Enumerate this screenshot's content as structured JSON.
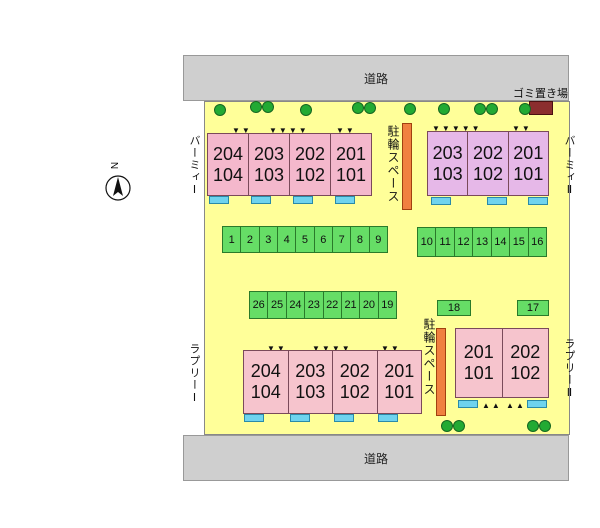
{
  "roads": {
    "top": "道路",
    "bottom": "道路"
  },
  "trash_label": "ゴミ置き場",
  "bike_label": "駐輪スペース",
  "building_names": {
    "bamii_1": "バーミィⅠ",
    "bamii_2": "バーミィⅡ",
    "rapuri_1": "ラプリーⅠ",
    "rapuri_2": "ラプリーⅡ"
  },
  "compass": {
    "label": "N",
    "icon": "north-arrow-icon"
  },
  "buildings": {
    "bamii_1": [
      [
        "204",
        "104"
      ],
      [
        "203",
        "103"
      ],
      [
        "202",
        "102"
      ],
      [
        "201",
        "101"
      ]
    ],
    "bamii_2": [
      [
        "203",
        "103"
      ],
      [
        "202",
        "102"
      ],
      [
        "201",
        "101"
      ]
    ],
    "rapuri_1": [
      [
        "204",
        "104"
      ],
      [
        "203",
        "103"
      ],
      [
        "202",
        "102"
      ],
      [
        "201",
        "101"
      ]
    ],
    "rapuri_2": [
      [
        "201",
        "101"
      ],
      [
        "202",
        "102"
      ]
    ]
  },
  "parking": {
    "row_a": [
      "1",
      "2",
      "3",
      "4",
      "5",
      "6",
      "7",
      "8",
      "9"
    ],
    "row_b": [
      "10",
      "11",
      "12",
      "13",
      "14",
      "15",
      "16"
    ],
    "row_c": [
      "26",
      "25",
      "24",
      "23",
      "22",
      "21",
      "20",
      "19"
    ],
    "s18": "18",
    "s17": "17"
  },
  "colors": {
    "lot": "#ffff99",
    "road": "#cfcfcf",
    "parking": "#66dd66",
    "bike": "#f08040",
    "tree": "#22aa33"
  }
}
